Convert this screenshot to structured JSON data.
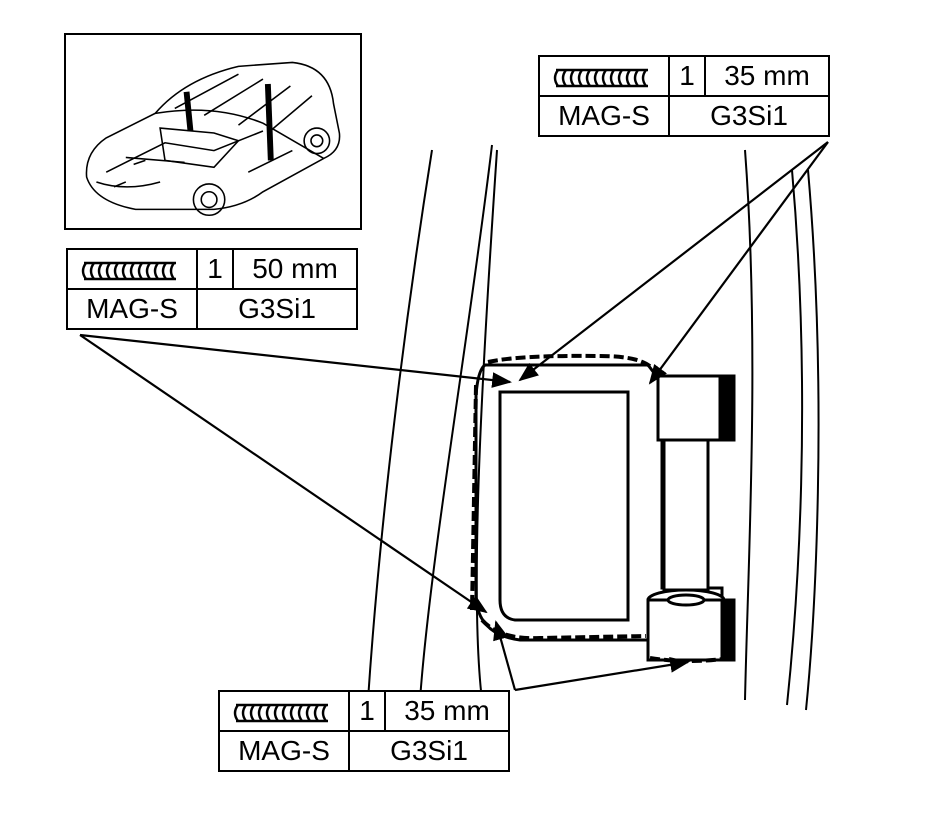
{
  "weld_tables": [
    {
      "id": "top-right",
      "count": "1",
      "length": "35 mm",
      "process": "MAG-S",
      "wire": "G3Si1"
    },
    {
      "id": "left",
      "count": "1",
      "length": "50 mm",
      "process": "MAG-S",
      "wire": "G3Si1"
    },
    {
      "id": "bottom",
      "count": "1",
      "length": "35 mm",
      "process": "MAG-S",
      "wire": "G3Si1"
    }
  ],
  "icons": {
    "weld_symbol": "weld-bead-icon",
    "vehicle": "vehicle-outline-icon"
  },
  "colors": {
    "ink": "#000000",
    "paper": "#ffffff"
  }
}
